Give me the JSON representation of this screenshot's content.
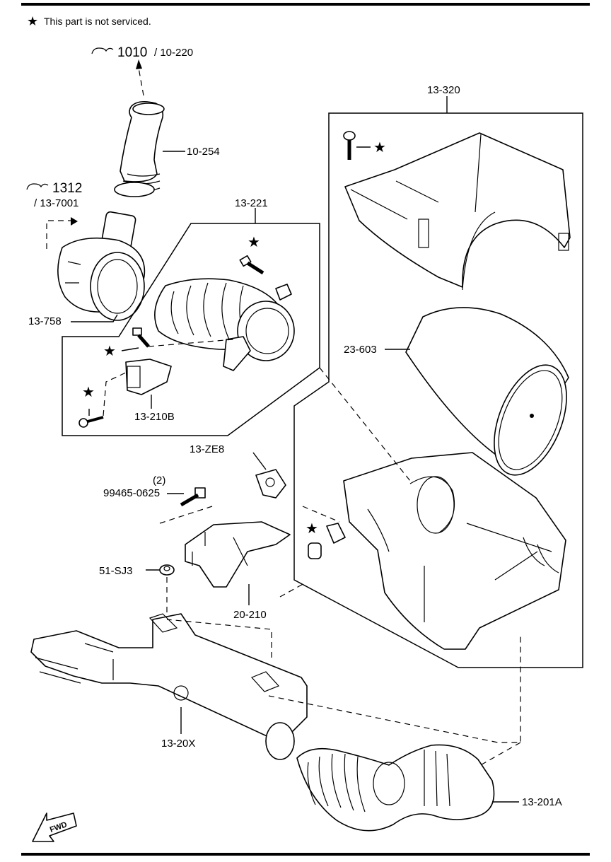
{
  "note": {
    "symbol": "★",
    "text": "This part is not serviced."
  },
  "references": [
    {
      "id": "ref-1010",
      "main": "1010",
      "sub": "/ 10-220"
    },
    {
      "id": "ref-1312",
      "main": "1312",
      "sub": "/ 13-7001"
    }
  ],
  "parts": {
    "p10_254": "10-254",
    "p13_221": "13-221",
    "p13_758": "13-758",
    "p13_210B": "13-210B",
    "p13_320": "13-320",
    "p23_603": "23-603",
    "p13_ZE8": "13-ZE8",
    "p99465_qty": "(2)",
    "p99465": "99465-0625",
    "p51_SJ3": "51-SJ3",
    "p20_210": "20-210",
    "p13_20X": "13-20X",
    "p13_201A": "13-201A"
  },
  "fwd_label": "FWD",
  "star": "★"
}
